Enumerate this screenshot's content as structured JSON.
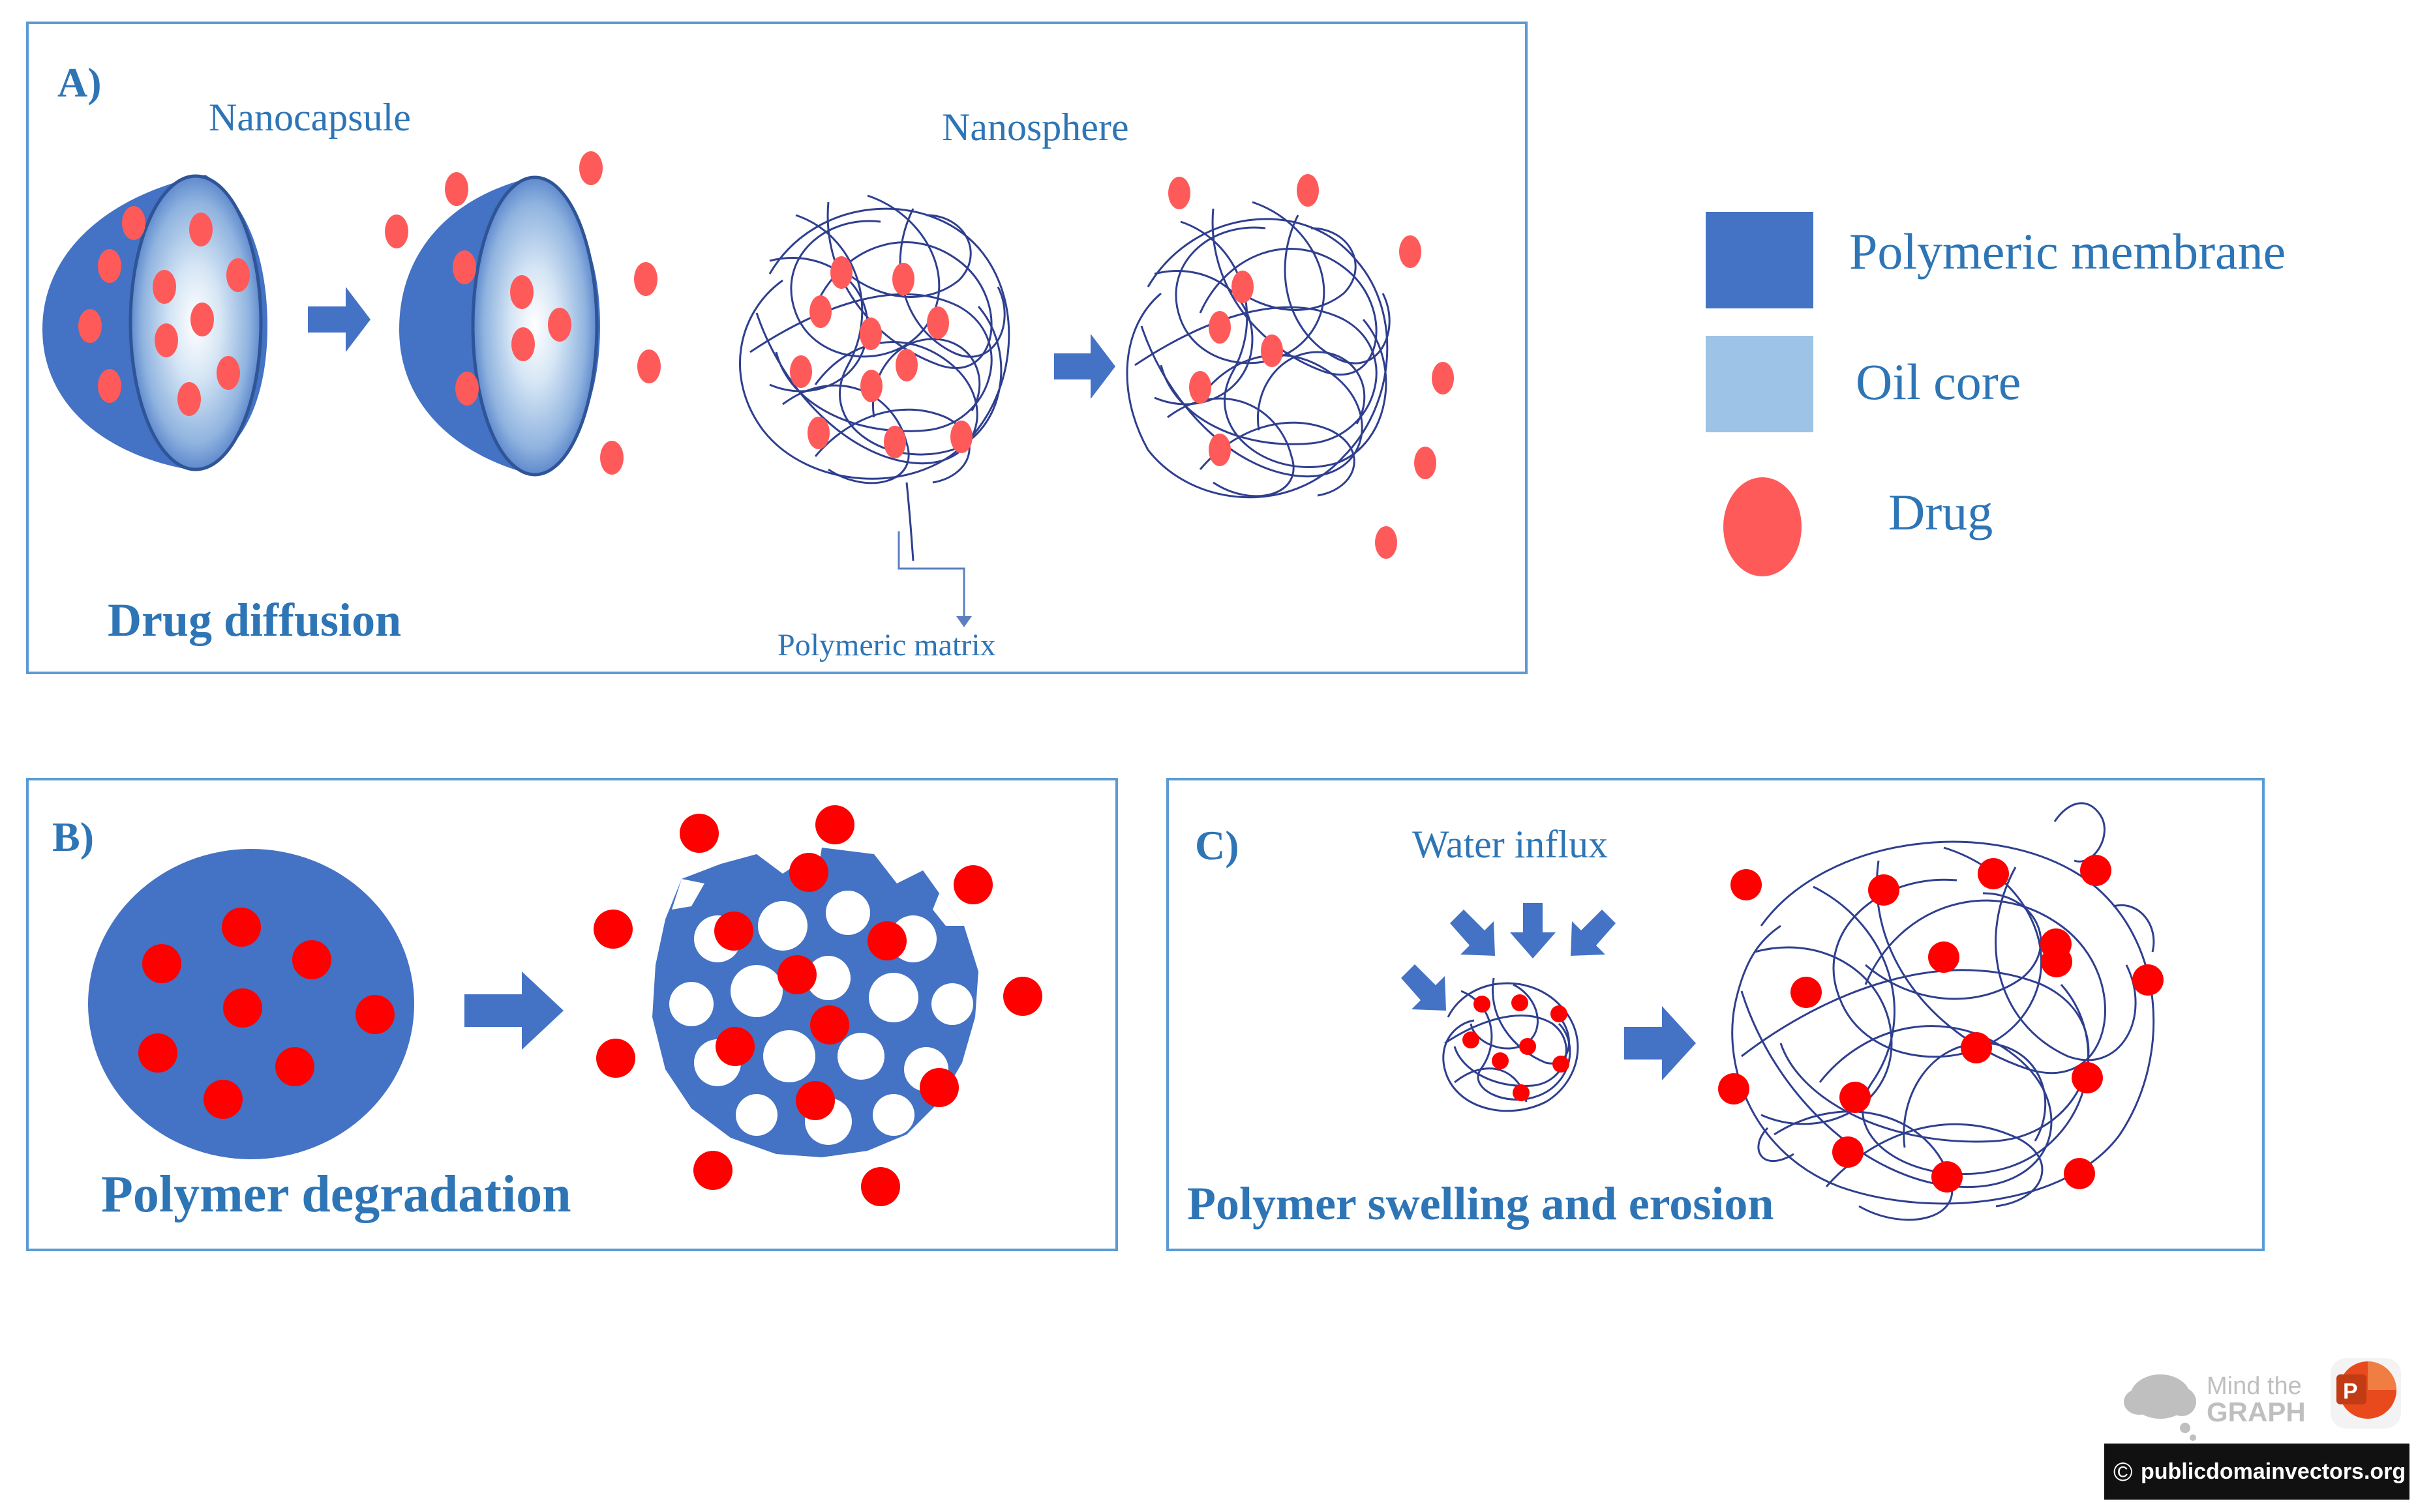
{
  "colors": {
    "membrane": "#4472c4",
    "oil_core": "#9dc3e6",
    "drug": "#ff0000",
    "drug_soft": "#ff5a5a",
    "frame": "#5b9bd5",
    "text_blue": "#2e75b6",
    "matrix_line": "#2f3f8f"
  },
  "panel_a": {
    "letter": "A)",
    "nanocapsule_label": "Nanocapsule",
    "nanosphere_label": "Nanosphere",
    "matrix_label": "Polymeric matrix",
    "caption": "Drug diffusion"
  },
  "panel_b": {
    "letter": "B)",
    "caption": "Polymer degradation"
  },
  "panel_c": {
    "letter": "C)",
    "water_label": "Water influx",
    "caption": "Polymer swelling and erosion"
  },
  "legend": {
    "items": [
      {
        "label": "Polymeric membrane",
        "icon": "blue-square-icon"
      },
      {
        "label": "Oil core",
        "icon": "light-blue-square-icon"
      },
      {
        "label": "Drug",
        "icon": "red-circle-icon"
      }
    ]
  },
  "watermarks": {
    "mindthegraph_line1": "Mind the",
    "mindthegraph_line2": "GRAPH",
    "powerpoint_letter": "P",
    "publicdomain": "publicdomainvectors.org",
    "copyright_symbol": "©"
  }
}
